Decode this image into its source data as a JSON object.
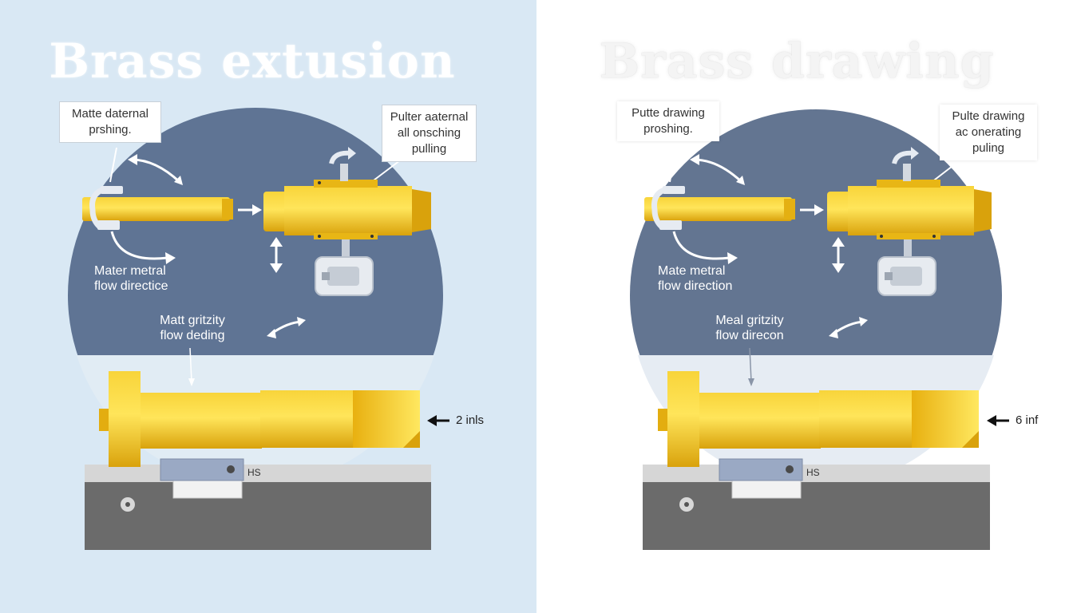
{
  "panels": {
    "left": {
      "title": "Brass extusion",
      "callout_left": "Matte daternal\nprshing.",
      "callout_right": "Pulter aaternal\nall onsching\npulling",
      "flow_label_1": "Mater metral\nflow directice",
      "flow_label_2": "Matt gritzity\nflow deding",
      "dimension": "2 inls",
      "stamp": "HS"
    },
    "right": {
      "title": "Brass drawing",
      "callout_left": "Putte drawing\nproshing.",
      "callout_right": "Pulte drawing\nac onerating\npuling",
      "flow_label_1": "Mate metral\nflow direction",
      "flow_label_2": "Meal gritzity\nflow direcon",
      "dimension": "6 inf",
      "stamp": "HS"
    }
  },
  "colors": {
    "left_background": "#d9e8f4",
    "right_background": "#ffffff",
    "circle": "#5f7494",
    "brass": "#f3c218",
    "brass_dark": "#d9a20c",
    "brass_light": "#ffe55a",
    "base_dark": "#6b6b6b",
    "base_light": "#d6d6d6",
    "clamp": "#9aa9c4"
  },
  "icons": [
    "rotate-arrow-icon",
    "double-arrow-icon",
    "right-arrow-icon",
    "vertical-arrow-icon",
    "curved-arrow-icon",
    "left-arrow-icon",
    "screw-icon"
  ]
}
